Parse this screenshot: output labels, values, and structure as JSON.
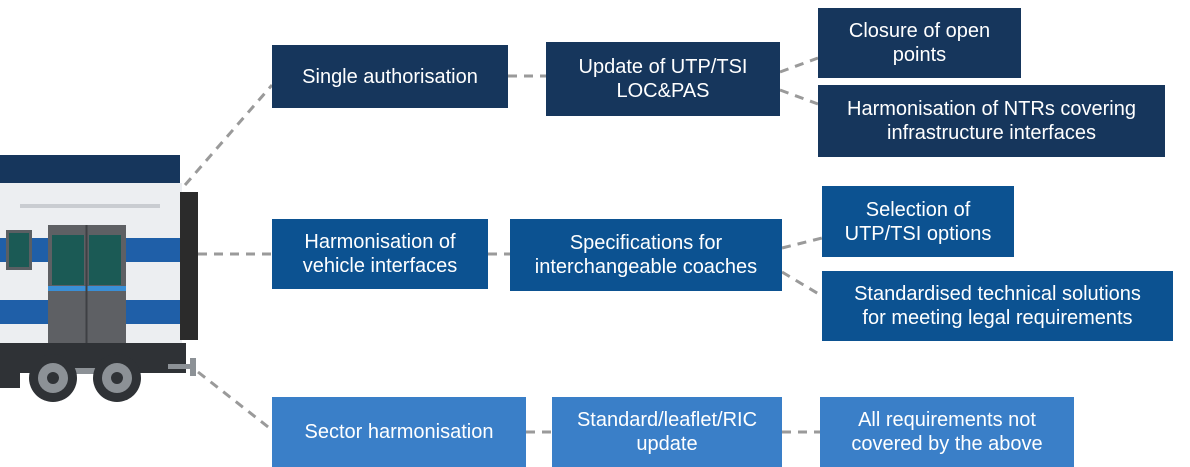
{
  "colors": {
    "row1": "#16365c",
    "row2": "#0c5291",
    "row3": "#3a7fc8",
    "connector": "#9a9a9a"
  },
  "rows": [
    {
      "level1": "Single authorisation",
      "level2": "Update of UTP/TSI\nLOC&PAS",
      "level3": [
        "Closure of open\npoints",
        "Harmonisation of NTRs covering\ninfrastructure interfaces"
      ]
    },
    {
      "level1": "Harmonisation of\nvehicle interfaces",
      "level2": "Specifications for\ninterchangeable coaches",
      "level3": [
        "Selection of\nUTP/TSI options",
        "Standardised technical solutions\nfor meeting legal requirements"
      ]
    },
    {
      "level1": "Sector harmonisation",
      "level2": "Standard/leaflet/RIC\nupdate",
      "level3": [
        "All requirements not\ncovered by the above"
      ]
    }
  ],
  "illustration": {
    "icon": "train-coach-icon"
  }
}
